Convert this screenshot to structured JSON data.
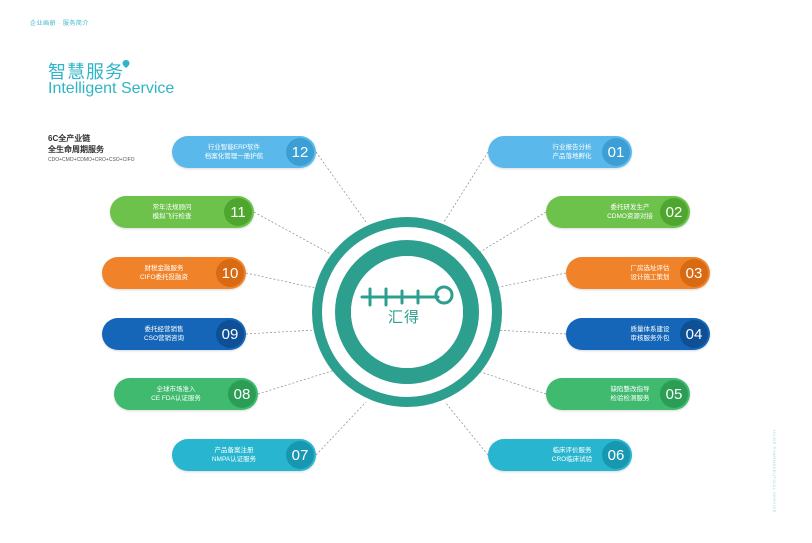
{
  "header": {
    "top_note": "企业画册 · 服务简介",
    "title_cn": "智慧服务",
    "title_en": "Intelligent Service"
  },
  "intro": {
    "line1": "6C全产业链",
    "line2": "全生命周期服务",
    "line3": "CDO+CMO+CDMO+CRO+CSO+CIFO"
  },
  "logo": {
    "text": "汇得",
    "icon": "key-logo-icon",
    "color": "#2d9f8e"
  },
  "side_note": "HUIDE PHARMACEUTICAL SERVICE",
  "services": [
    {
      "num": "01",
      "line1": "行业报告分析",
      "line2": "产品落地孵化",
      "color": "#5ab9ea",
      "accent": "#3b9fd6"
    },
    {
      "num": "02",
      "line1": "委托研发生产",
      "line2": "CDMO资源对接",
      "color": "#6cc24a",
      "accent": "#4ea62f"
    },
    {
      "num": "03",
      "line1": "厂房选址评估",
      "line2": "设计施工策划",
      "color": "#f0832a",
      "accent": "#d76a12"
    },
    {
      "num": "04",
      "line1": "质量体系建设",
      "line2": "审核服务外包",
      "color": "#1565b8",
      "accent": "#0e4f95"
    },
    {
      "num": "05",
      "line1": "缺陷整改指导",
      "line2": "检验检测服务",
      "color": "#3fba6e",
      "accent": "#2c9d55"
    },
    {
      "num": "06",
      "line1": "临床评价服务",
      "line2": "CRO临床试验",
      "color": "#27b5cf",
      "accent": "#1898b0"
    },
    {
      "num": "07",
      "line1": "产品备案注册",
      "line2": "NMPA认证服务",
      "color": "#27b5cf",
      "accent": "#1898b0"
    },
    {
      "num": "08",
      "line1": "全球市场准入",
      "line2": "CE FDA认证服务",
      "color": "#3fba6e",
      "accent": "#2c9d55"
    },
    {
      "num": "09",
      "line1": "委托经营销售",
      "line2": "CSO营销咨询",
      "color": "#1565b8",
      "accent": "#0e4f95"
    },
    {
      "num": "10",
      "line1": "财税金融服务",
      "line2": "CIFO委托投融资",
      "color": "#f0832a",
      "accent": "#d76a12"
    },
    {
      "num": "11",
      "line1": "常年法规顾问",
      "line2": "模拟飞行检查",
      "color": "#6cc24a",
      "accent": "#4ea62f"
    },
    {
      "num": "12",
      "line1": "行业智能ERP软件",
      "line2": "档案化管理一册护航",
      "color": "#5ab9ea",
      "accent": "#3b9fd6"
    }
  ],
  "colors": {
    "title": "#2fb4c8",
    "ring_outer": "#2d9f8e",
    "ring_inner": "#2d9f8e"
  }
}
